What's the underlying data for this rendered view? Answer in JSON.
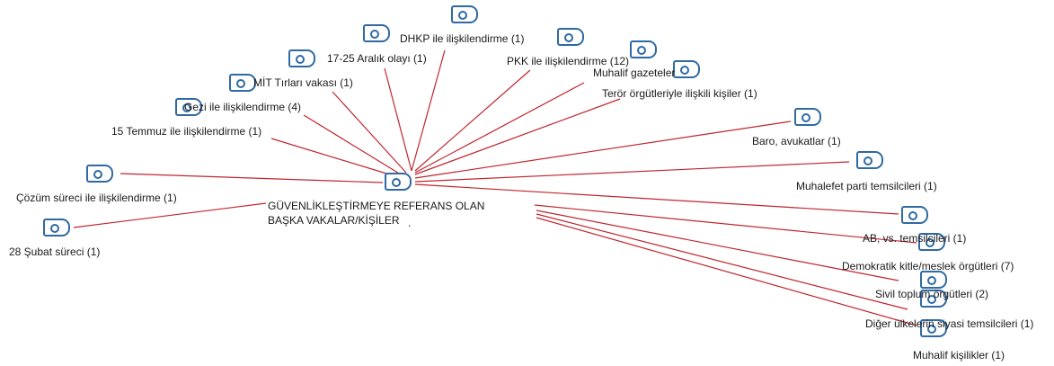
{
  "diagram": {
    "link_color": "#c0262e",
    "icon_color": "#2f6aa3",
    "center": {
      "label": "GÜVENLİKLEŞTİRMEYE REFERANS OLAN\nBAŞKA VAKALAR/KİŞİLER",
      "mark": "."
    },
    "nodes": [
      {
        "id": "dhkp",
        "label": "DHKP ile ilişkilendirme (1)"
      },
      {
        "id": "onyedi",
        "label": "17-25 Aralık olayı (1)"
      },
      {
        "id": "pkk",
        "label": "PKK ile ilişkilendirme (12)"
      },
      {
        "id": "muhalif-gazete",
        "label": "Muhalif gazeteler"
      },
      {
        "id": "mit",
        "label": "MİT Tırları vakası (1)"
      },
      {
        "id": "teror",
        "label": "Terör örgütleriyle ilişkili kişiler  (1)"
      },
      {
        "id": "gezi",
        "label": "Gezi ile ilişkilendirme (4)"
      },
      {
        "id": "temmuz",
        "label": "15 Temmuz ile ilişkilendirme (1)"
      },
      {
        "id": "baro",
        "label": "Baro, avukatlar (1)"
      },
      {
        "id": "muhalefet",
        "label": "Muhalefet parti temsilcileri (1)"
      },
      {
        "id": "cozum",
        "label": "Çözüm süreci ile ilişkilendirme (1)"
      },
      {
        "id": "subat",
        "label": "28 Şubat süreci (1)"
      },
      {
        "id": "ab",
        "label": "AB, vs. temsilcileri (1)"
      },
      {
        "id": "demokratik",
        "label": "Demokratik kitle/meslek örgütleri (7)"
      },
      {
        "id": "sivil",
        "label": "Sivil toplum örgütleri (2)"
      },
      {
        "id": "diger",
        "label": "Diğer ülkelerin siyasi temsilcileri (1)"
      },
      {
        "id": "muhalif-kisi",
        "label": "Muhalif kişilikler (1)"
      }
    ]
  }
}
